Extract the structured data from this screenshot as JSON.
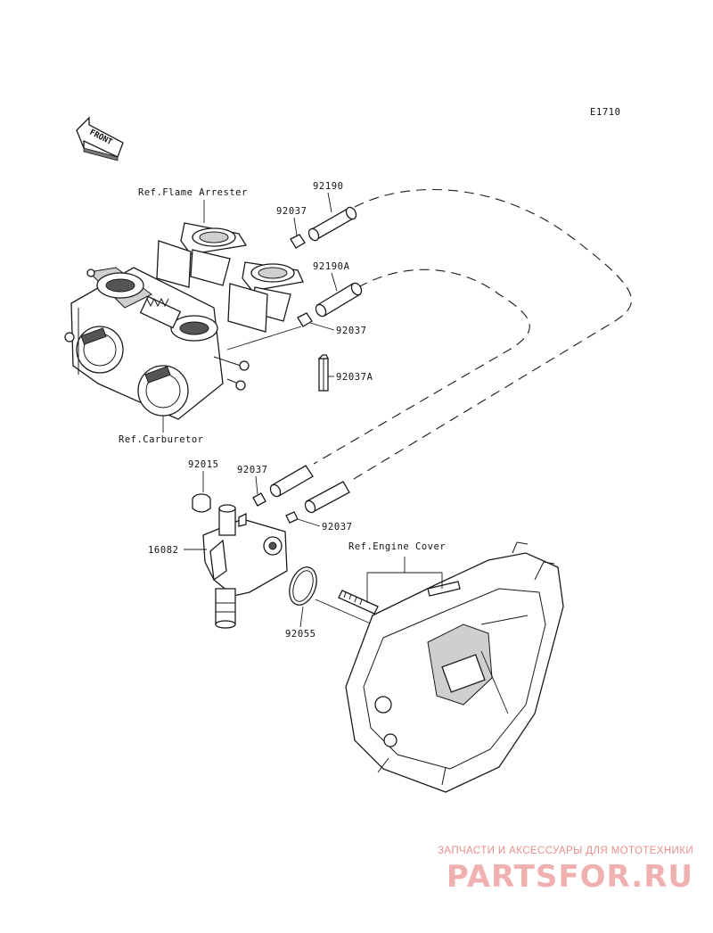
{
  "diagram_code": "E1710",
  "front_arrow_label": "FRONT",
  "references": {
    "flame_arrester": "Ref.Flame Arrester",
    "carburetor": "Ref.Carburetor",
    "engine_cover": "Ref.Engine Cover"
  },
  "part_labels": {
    "p92190": "92190",
    "p92037_a": "92037",
    "p92190a": "92190A",
    "p92037_b": "92037",
    "p92037a": "92037A",
    "p92015": "92015",
    "p92037_c": "92037",
    "p16082": "16082",
    "p92037_d": "92037",
    "p92055": "92055"
  },
  "watermark": {
    "tagline": "ЗАПЧАСТИ И АКСЕССУАРЫ ДЛЯ МОТОТЕХНИКИ",
    "brand": "PARTSFOR.RU"
  }
}
